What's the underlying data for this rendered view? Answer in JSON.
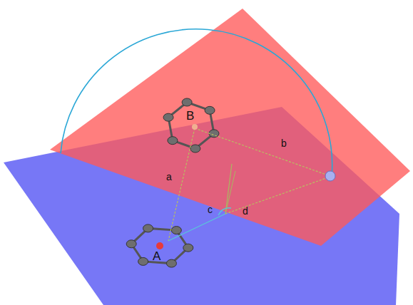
{
  "diagram": {
    "labels": [
      "B",
      "b",
      "a",
      "c",
      "d",
      "A"
    ]
  }
}
